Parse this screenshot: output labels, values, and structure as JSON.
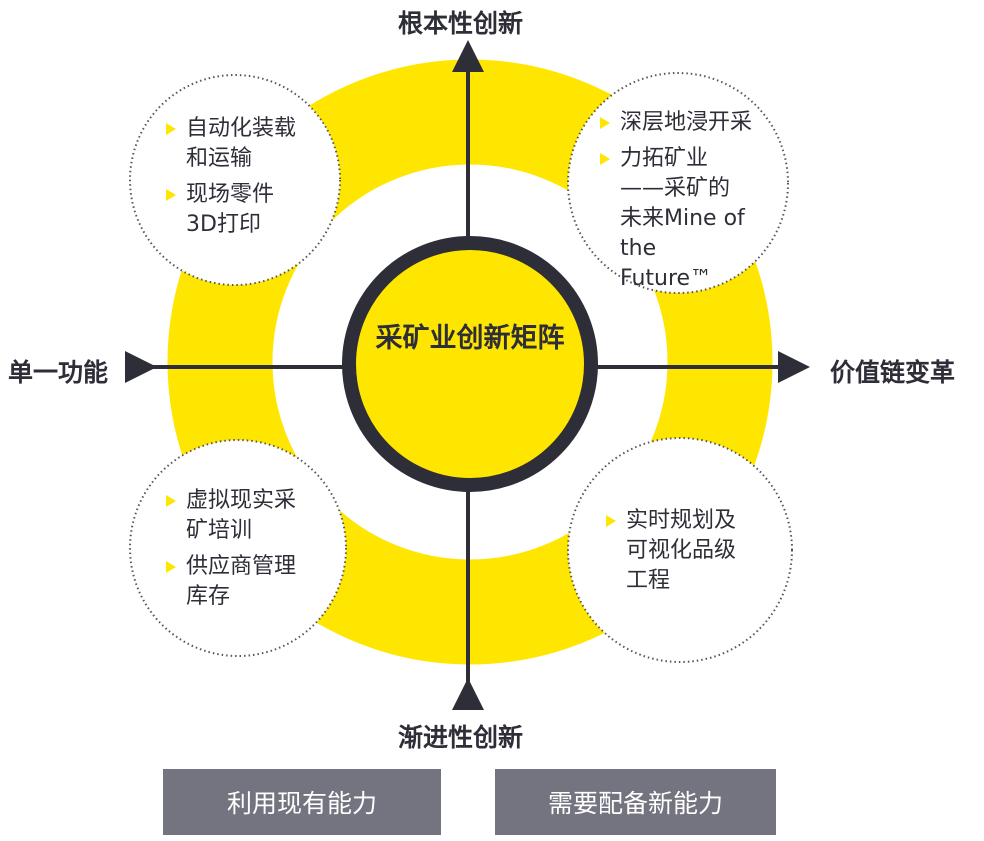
{
  "center_title": "采矿业创新矩阵",
  "axes": {
    "top": "根本性创新",
    "bottom": "渐进性创新",
    "left": "单一功能",
    "right": "价值链变革"
  },
  "quadrants": {
    "top_left": [
      "自动化装载和运输",
      "现场零件3D打印"
    ],
    "top_right": [
      "深层地浸开采",
      "力拓矿业——采矿的未来Mine of the Future™"
    ],
    "bottom_left": [
      "虚拟现实采矿培训",
      "供应商管理库存"
    ],
    "bottom_right": [
      "实时规划及可视化品级工程"
    ]
  },
  "buttons": {
    "left": "利用现有能力",
    "right": "需要配备新能力"
  },
  "colors": {
    "accent": "#ffe600",
    "dark": "#2e2e38",
    "button": "#747480"
  }
}
